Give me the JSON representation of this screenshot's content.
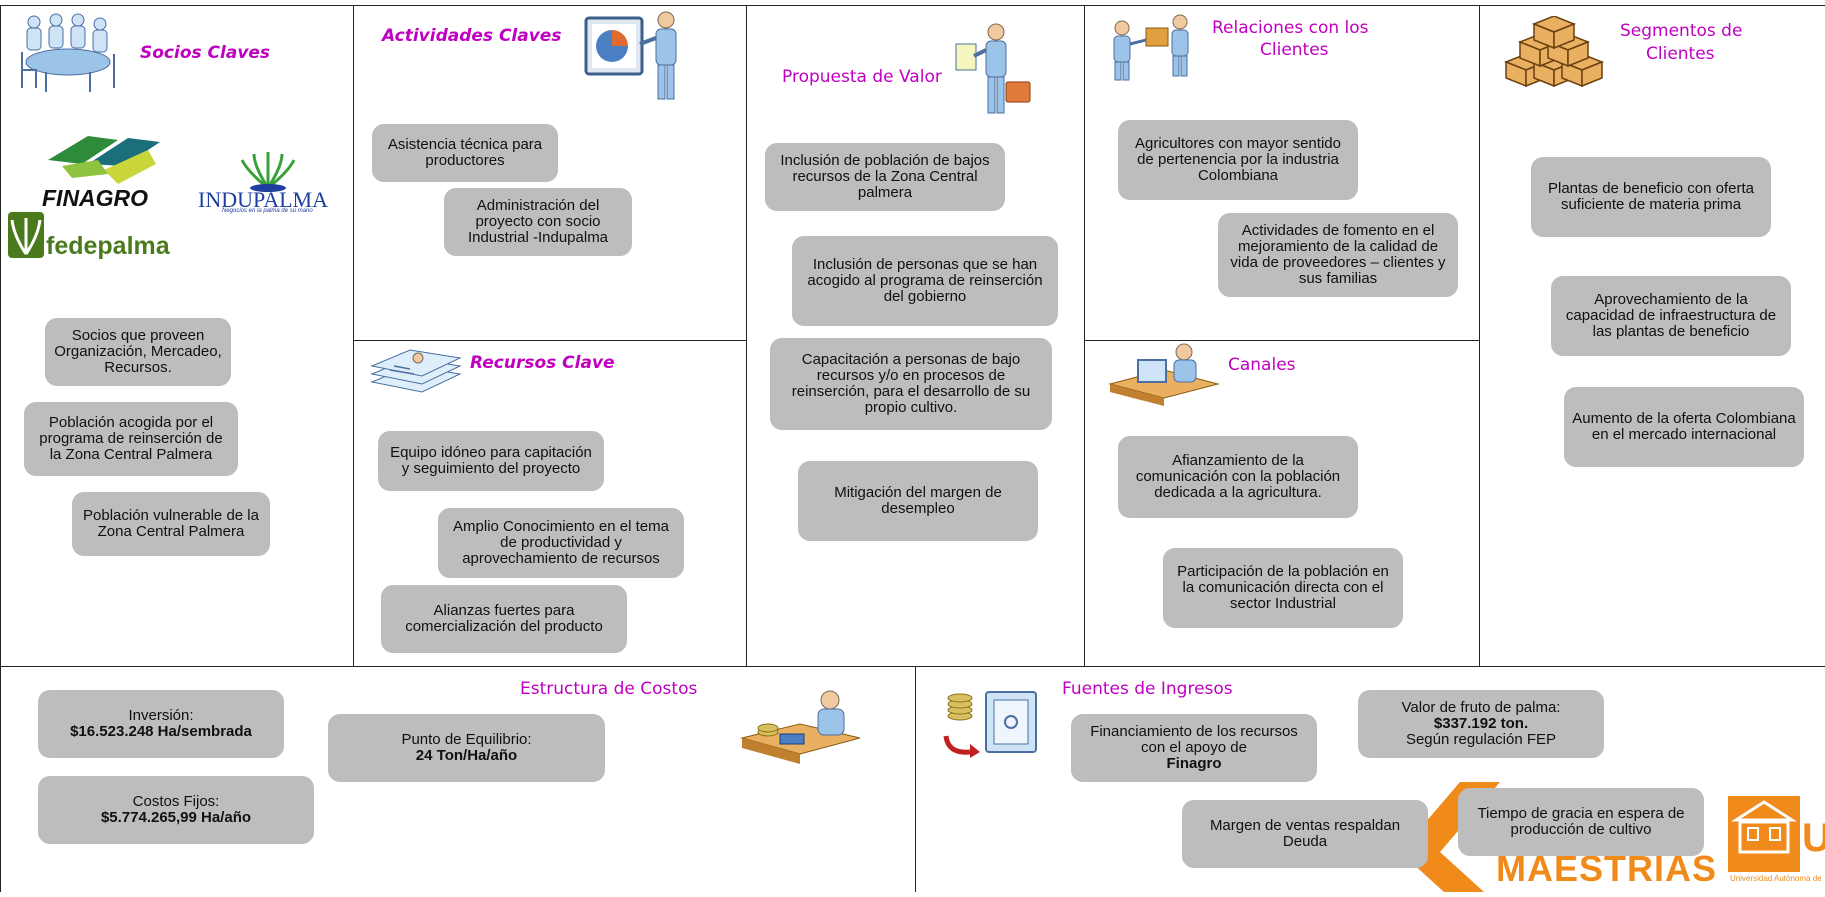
{
  "sections": {
    "socios": {
      "title": "Socios Claves",
      "items": [
        "Socios que proveen Organización, Mercadeo, Recursos.",
        "Población acogida por el programa de reinserción de la Zona Central Palmera",
        "Población vulnerable de la Zona Central Palmera"
      ]
    },
    "actividades": {
      "title": "Actividades Claves",
      "items": [
        "Asistencia técnica para productores",
        "Administración del proyecto con socio Industrial -Indupalma"
      ]
    },
    "recursos": {
      "title": "Recursos Clave",
      "items": [
        "Equipo idóneo para capitación y seguimiento del proyecto",
        "Amplio Conocimiento en el tema de productividad y aprovechamiento de recursos",
        "Alianzas fuertes para comercialización del producto"
      ]
    },
    "propuesta": {
      "title": "Propuesta de Valor",
      "items": [
        "Inclusión de población de bajos recursos de la Zona Central palmera",
        "Inclusión de personas que se han acogido al programa de reinserción del gobierno",
        "Capacitación a personas de bajo recursos y/o en procesos de reinserción, para el desarrollo de su propio cultivo.",
        "Mitigación del margen de desempleo"
      ]
    },
    "relaciones": {
      "title_line1": "Relaciones con los",
      "title_line2": "Clientes",
      "items": [
        "Agricultores con mayor sentido de pertenencia por la industria Colombiana",
        "Actividades de fomento en el mejoramiento de la calidad de vida de proveedores – clientes y sus familias"
      ]
    },
    "canales": {
      "title": "Canales",
      "items": [
        "Afianzamiento de la comunicación con la población dedicada a la agricultura.",
        "Participación de la población en la comunicación directa con el sector Industrial"
      ]
    },
    "segmentos": {
      "title_line1": "Segmentos de",
      "title_line2": "Clientes",
      "items": [
        "Plantas de beneficio con oferta suficiente de materia prima",
        "Aprovechamiento de la capacidad de infraestructura de las plantas de beneficio",
        "Aumento de la oferta Colombiana en el mercado internacional"
      ]
    },
    "costos": {
      "title": "Estructura de Costos",
      "inversion_label": "Inversión:",
      "inversion_value": "$16.523.248 Ha/sembrada",
      "fijos_label": "Costos Fijos:",
      "fijos_value": "$5.774.265,99  Ha/año",
      "equilibrio_label": "Punto de Equilibrio:",
      "equilibrio_value": "24 Ton/Ha/año"
    },
    "ingresos": {
      "title": "Fuentes de Ingresos",
      "financiamiento_text": "Financiamiento de los recursos con el apoyo de",
      "financiamiento_bold": "Finagro",
      "valor_label": "Valor de fruto de palma:",
      "valor_value": "$337.192 ton.",
      "valor_note": "Según regulación FEP",
      "margen": "Margen de ventas respaldan Deuda",
      "tiempo": "Tiempo de gracia en espera de producción de cultivo"
    }
  },
  "logos": {
    "finagro": "FINAGRO",
    "indupalma": "INDUPALMA",
    "indupalma_tagline": "Negocios en la palma de su mano",
    "fedepalma": "fedepalma",
    "maestrias": "MAESTRIAS",
    "uni_partial": "UN",
    "uni_tagline": "Universidad Autónoma de"
  },
  "colors": {
    "title": "#c000c0",
    "pill": "#bdbdbd",
    "maestrias": "#f08a1a",
    "finagro_green": "#2e8b3a",
    "indupalma_blue": "#1e3fa0",
    "fedepalma_green": "#4a7a1c"
  }
}
